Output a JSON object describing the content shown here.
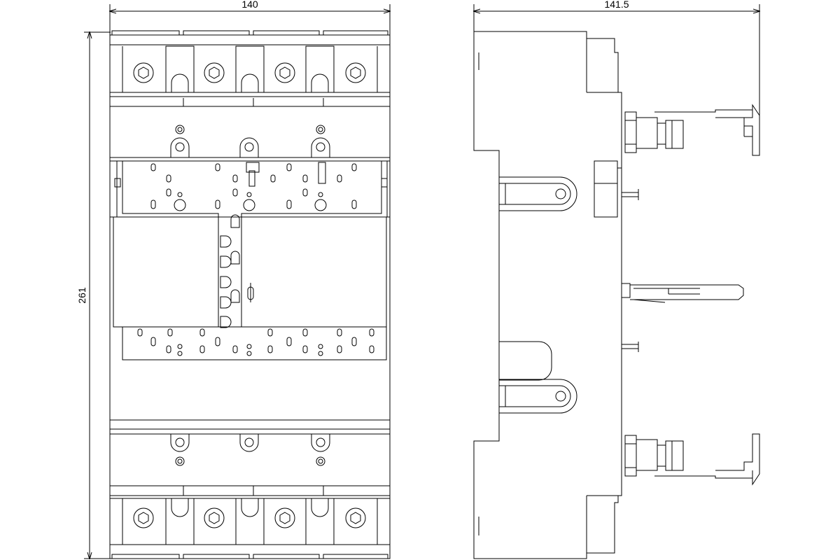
{
  "drawing": {
    "line_color": "#000000",
    "background": "#ffffff"
  },
  "dimensions": {
    "front_width": "140",
    "front_height": "261",
    "side_depth": "141.5"
  }
}
